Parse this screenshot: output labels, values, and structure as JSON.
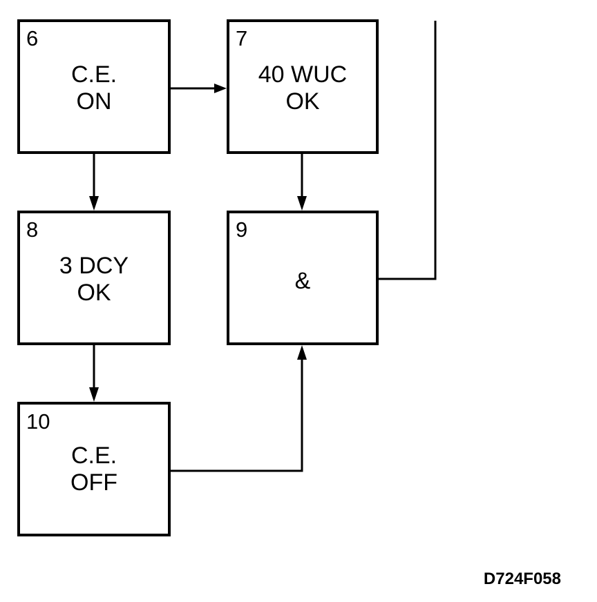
{
  "boxes": [
    {
      "id": "box-6",
      "number": "6",
      "lines": [
        "C.E.",
        "ON"
      ]
    },
    {
      "id": "box-7",
      "number": "7",
      "lines": [
        "40 WUC",
        "OK"
      ]
    },
    {
      "id": "box-8",
      "number": "8",
      "lines": [
        "3 DCY",
        "OK"
      ]
    },
    {
      "id": "box-9",
      "number": "9",
      "lines": [
        "&"
      ]
    },
    {
      "id": "box-10",
      "number": "10",
      "lines": [
        "C.E.",
        "OFF"
      ]
    }
  ],
  "connections": [
    {
      "from": "6",
      "to": "7"
    },
    {
      "from": "6",
      "to": "8"
    },
    {
      "from": "7",
      "to": "9"
    },
    {
      "from": "8",
      "to": "10"
    },
    {
      "from": "10",
      "to": "9"
    },
    {
      "from": "9",
      "to": "off-page"
    }
  ],
  "figure_id": "D724F058"
}
